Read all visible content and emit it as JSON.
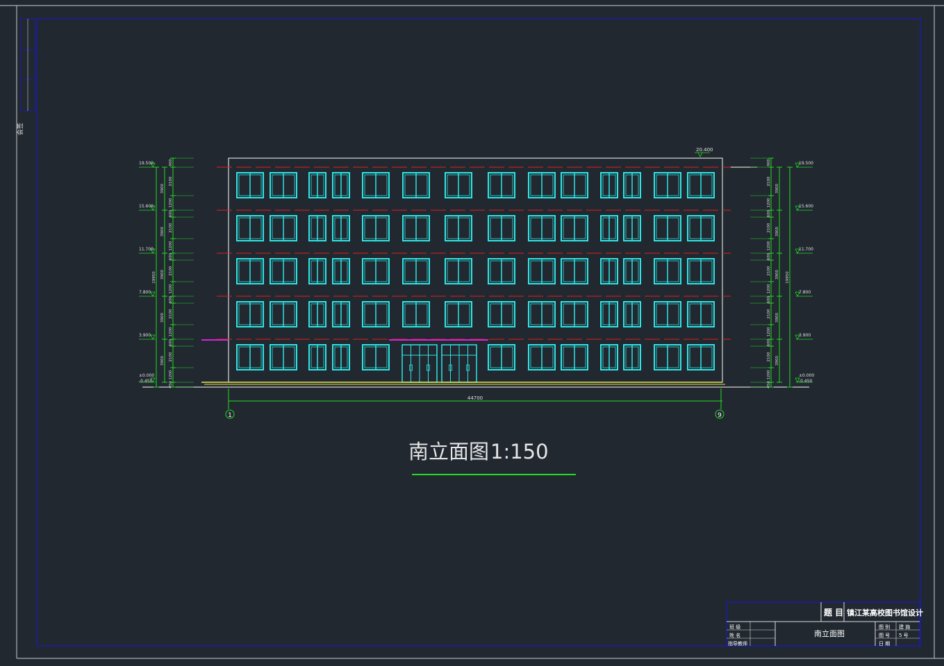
{
  "drawing": {
    "title": "南立面图",
    "scale": "1:150",
    "roof_elevation": "20.400",
    "total_width": "44700",
    "axis_left": "1",
    "axis_right": "9"
  },
  "elevations_left": [
    "19.500",
    "15.600",
    "11.700",
    "7.800",
    "3.900",
    "±0.000",
    "-0.450"
  ],
  "elevations_right": [
    "19.500",
    "15.600",
    "11.700",
    "7.800",
    "3.900",
    "±0.000",
    "-0.450"
  ],
  "dims_inner_left": [
    "900",
    "2100",
    "1200",
    "600",
    "2100",
    "1200",
    "600",
    "2100",
    "1200",
    "600",
    "2100",
    "1200",
    "600",
    "2100",
    "1200",
    "450"
  ],
  "dims_outer_left": [
    "3900",
    "3900",
    "3900",
    "3900",
    "3900"
  ],
  "dims_total": "19950",
  "dims_inner_right": [
    "900",
    "2100",
    "1200",
    "600",
    "2100",
    "1200",
    "600",
    "2100",
    "1200",
    "600",
    "2100",
    "1200",
    "600",
    "2100",
    "1200",
    "450"
  ],
  "dims_outer_right": [
    "3900",
    "3900",
    "3900",
    "3900",
    "3900"
  ],
  "title_block": {
    "label_project": "题 目",
    "project": "镇江某高校图书馆设计",
    "sheet_name": "南立面图",
    "left_labels": [
      "班 级",
      "姓 名",
      "指导教师"
    ],
    "right_labels": [
      "图 别",
      "图 号",
      "日 期"
    ],
    "right_values": [
      "建 施",
      "5 号",
      ""
    ]
  },
  "margin_labels": [
    "会签"
  ],
  "colors": {
    "background": "#212830",
    "window": "#2ee6e6",
    "dimension": "#22dd22",
    "floor_line": "#e02020",
    "ground": "#e8e84a",
    "frame": "#1c1ca8",
    "accent": "#d822d8",
    "outline": "#ffffff"
  }
}
